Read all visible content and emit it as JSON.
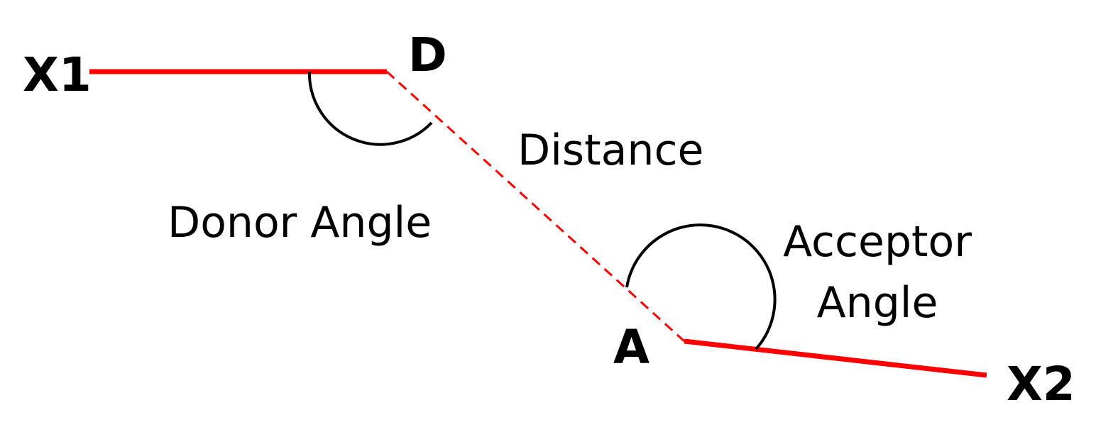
{
  "labels": {
    "x1": "X1",
    "d": "D",
    "a": "A",
    "x2": "X2",
    "distance": "Distance",
    "donor_angle": "Donor Angle",
    "acceptor_line1": "Acceptor",
    "acceptor_line2": "Angle"
  },
  "colors": {
    "bond": "#ff0000",
    "arc": "#000000",
    "text": "#000000",
    "background": "#ffffff"
  }
}
